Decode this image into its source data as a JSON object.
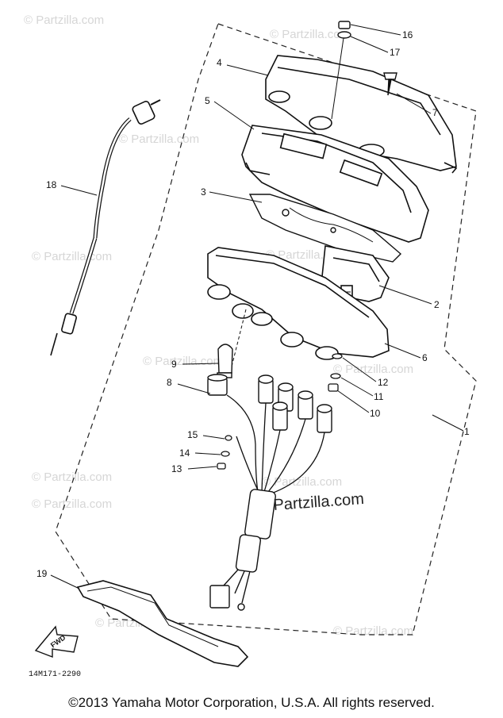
{
  "watermarks": {
    "small": [
      "© Partzilla.com",
      "© Partzilla.com",
      "© Partzilla.com",
      "© Partzilla.com",
      "© Partzilla.com",
      "© Partzilla.com",
      "© Partzilla.com",
      "© Partzilla.com",
      "© Partzilla.com",
      "© Partzilla.com",
      "© Partzilla.com",
      "© Partzilla.com"
    ],
    "main": "Partzilla.com"
  },
  "callouts": [
    "1",
    "2",
    "3",
    "4",
    "5",
    "6",
    "7",
    "8",
    "9",
    "10",
    "11",
    "12",
    "13",
    "14",
    "15",
    "16",
    "17",
    "18",
    "19"
  ],
  "drawing_code": "14M171-2290",
  "fwd_label": "FWD",
  "copyright": "©2013 Yamaha Motor Corporation, U.S.A. All rights reserved."
}
